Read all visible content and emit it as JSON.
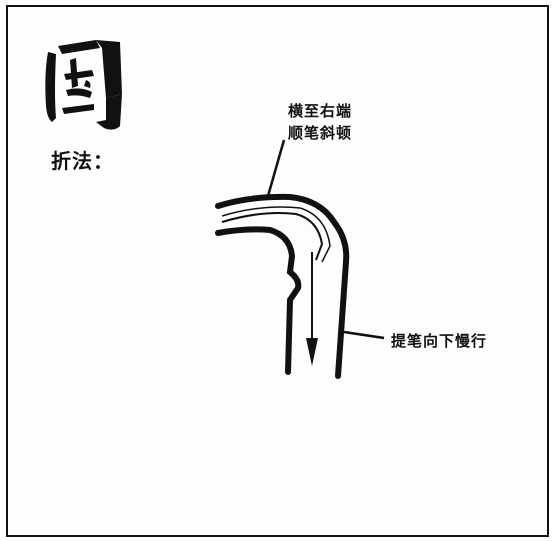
{
  "section_title": "折法：",
  "notes": {
    "line1": "横至右端",
    "line2": "顺笔斜顿",
    "side": "提笔向下慢行"
  }
}
